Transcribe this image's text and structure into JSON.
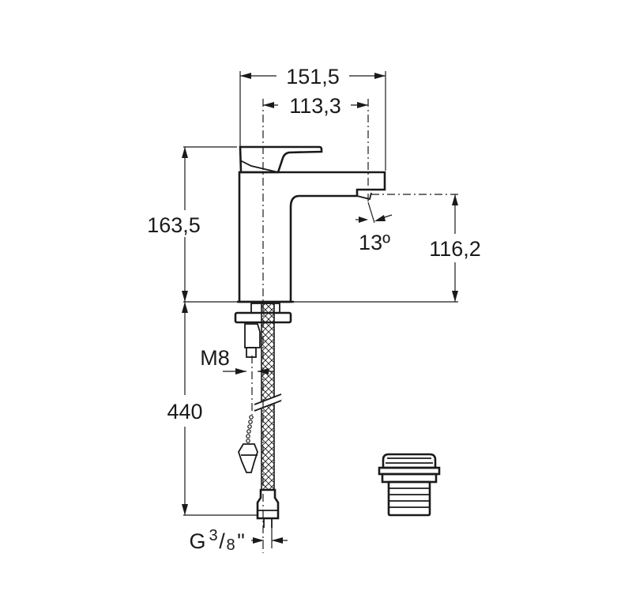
{
  "dimensions": {
    "overall_width": "151,5",
    "spout_reach": "113,3",
    "overall_height": "163,5",
    "spout_height": "116,2",
    "spout_angle": "13º",
    "thread_rod": "M8",
    "hose_length": "440",
    "connection_prefix": "G",
    "connection_sup": "3",
    "connection_slash": "/",
    "connection_sub": "8",
    "connection_suffix": "\""
  },
  "colors": {
    "line": "#1a1a1a",
    "background": "#ffffff"
  }
}
